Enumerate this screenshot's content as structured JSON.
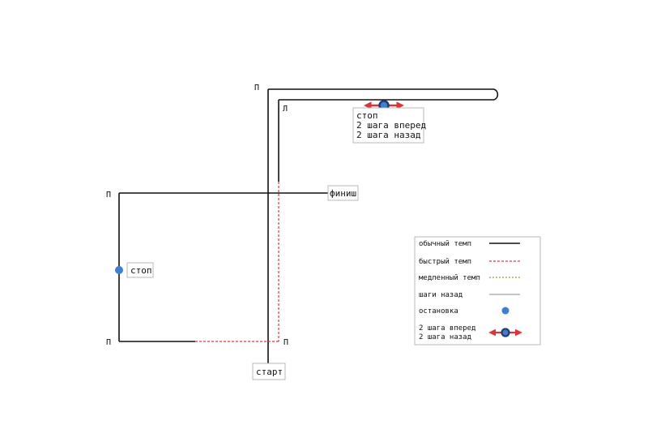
{
  "diagram": {
    "colors": {
      "normal": "#111111",
      "fast": "#e0393a",
      "slow": "#8ca33c",
      "back": "#8a8a8a",
      "stop_dot": "#3f7fd0",
      "arrow": "#d9353a",
      "arrow_ring": "#1f3e6e"
    },
    "labels": {
      "start": "старт",
      "finish": "финиш",
      "stop_left": "стоп",
      "stop_top": "стоп",
      "stop_top_line2": "2 шага вперед",
      "stop_top_line3": "2 шага назад"
    },
    "turns": {
      "t1": "П",
      "t2": "П",
      "t3": "П",
      "t4": "П",
      "t5": "Л"
    },
    "legend": {
      "normal": "обычный темп",
      "fast": "быстрый темп",
      "slow": "медленный темп",
      "back": "шаги назад",
      "stop": "остановка",
      "steps_line1": "2 шага вперед",
      "steps_line2": "2 шага назад"
    }
  }
}
